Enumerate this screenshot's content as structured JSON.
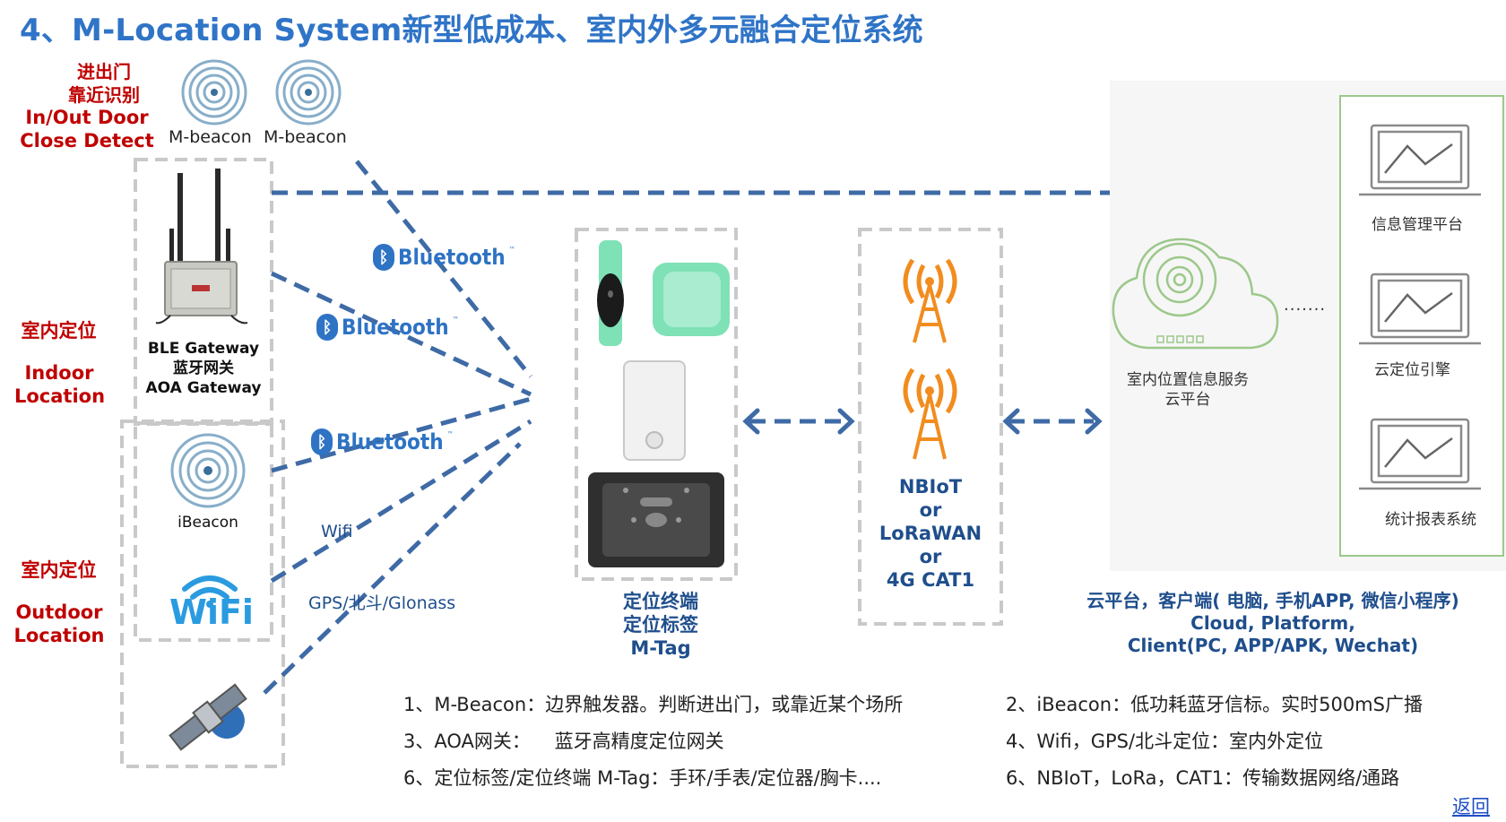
{
  "title": "4、M-Location System新型低成本、室内外多元融合定位系统",
  "left_labels": {
    "door_cn_1": "进出门",
    "door_cn_2": "靠近识别",
    "door_en_1": "In/Out Door",
    "door_en_2": "Close Detect",
    "indoor_cn": "室内定位",
    "indoor_en_1": "Indoor",
    "indoor_en_2": "Location",
    "outdoor_cn": "室内定位",
    "outdoor_en_1": "Outdoor",
    "outdoor_en_2": "Location"
  },
  "devices": {
    "mbeacon_1": "M-beacon",
    "mbeacon_2": "M-beacon",
    "gateway_1": "BLE Gateway",
    "gateway_2": "蓝牙网关",
    "gateway_3": "AOA Gateway",
    "ibeacon": "iBeacon",
    "wifi_logo": "WiFi"
  },
  "links": {
    "bt_1": "Bluetooth",
    "bt_2": "Bluetooth",
    "bt_3": "Bluetooth",
    "wifi": "Wifi",
    "gps": "GPS/北斗/Glonass"
  },
  "tag": {
    "label_1": "定位终端",
    "label_2": "定位标签",
    "label_3": "M-Tag"
  },
  "network": {
    "line_1": "NBIoT",
    "line_2": "or",
    "line_3": "LoRaWAN",
    "line_4": "or",
    "line_5": "4G CAT1"
  },
  "cloud": {
    "label_1": "室内位置信息服务",
    "label_2": "云平台",
    "ellipsis": ".......",
    "systems": [
      "信息管理平台",
      "云定位引擎",
      "统计报表系统"
    ],
    "caption_1": "云平台，客户端( 电脑, 手机APP, 微信小程序)",
    "caption_2": "Cloud, Platform,",
    "caption_3": "Client(PC, APP/APK, Wechat)"
  },
  "notes": {
    "n1": "1、M-Beacon：边界触发器。判断进出门，或靠近某个场所",
    "n2": "2、iBeacon：低功耗蓝牙信标。实时500mS广播",
    "n3": "3、AOA网关：    蓝牙高精度定位网关",
    "n4": "4、Wifi，GPS/北斗定位：室内外定位",
    "n5": "6、定位标签/定位终端 M-Tag：手环/手表/定位器/胸卡....",
    "n6": "6、NBIoT，LoRa，CAT1：传输数据网络/通路"
  },
  "back_link": "返回",
  "colors": {
    "title": "#2f74c7",
    "red": "#c00000",
    "navy": "#1f4e8c",
    "dash": "#3e6aa6",
    "orange": "#f28c1e",
    "green_frame": "#9cc88a"
  }
}
